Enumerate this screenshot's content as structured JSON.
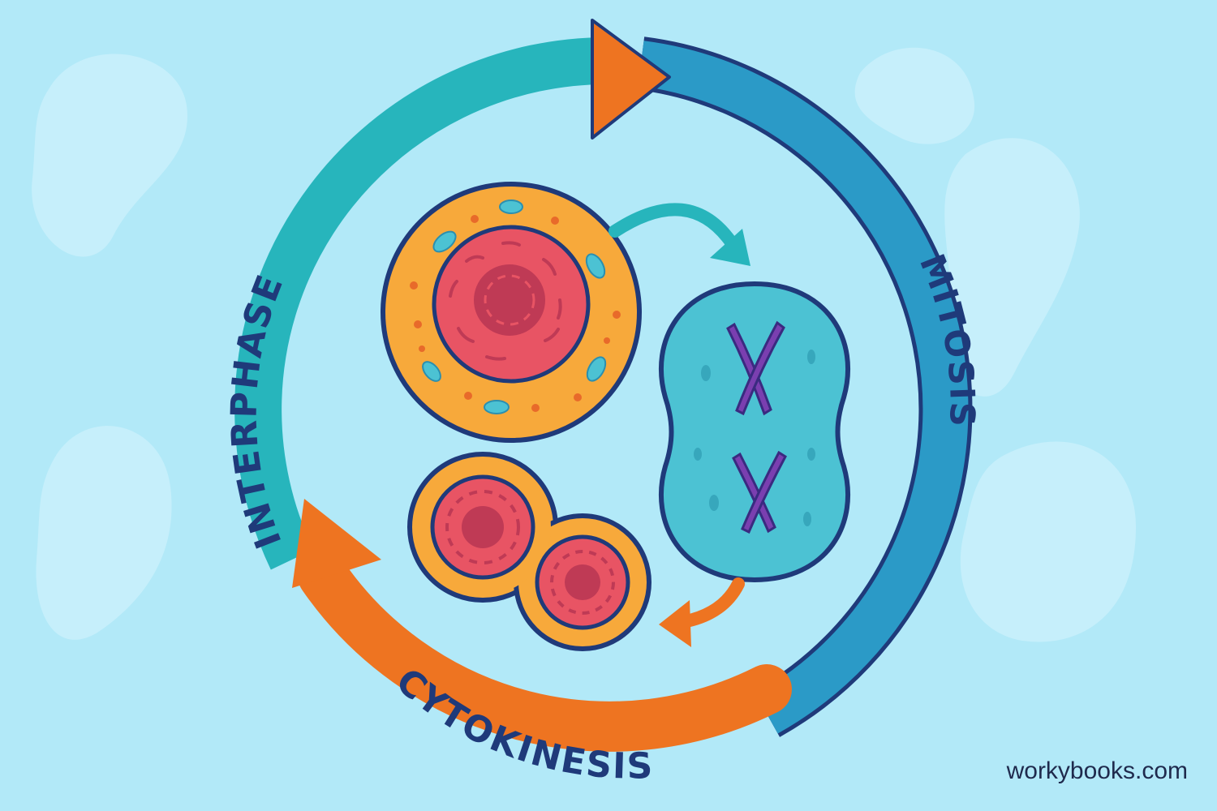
{
  "diagram": {
    "phases": [
      {
        "key": "interphase",
        "label": "INTERPHASE"
      },
      {
        "key": "mitosis",
        "label": "MITOSIS"
      },
      {
        "key": "cytokinesis",
        "label": "CYTOKINESIS"
      }
    ]
  },
  "colors": {
    "background": "#b2e9f8",
    "interphase_arc": "#27b5bc",
    "mitosis_arc": "#2b9ac7",
    "cytokinesis_arc": "#ee7421",
    "outline": "#1f3a7a",
    "cell_cytoplasm": "#f7a93b",
    "cell_nucleus": "#e85464",
    "dividing_cell": "#4cc2d3",
    "chromosome": "#7a3fb0"
  },
  "footer": {
    "site": "workybooks.com"
  }
}
